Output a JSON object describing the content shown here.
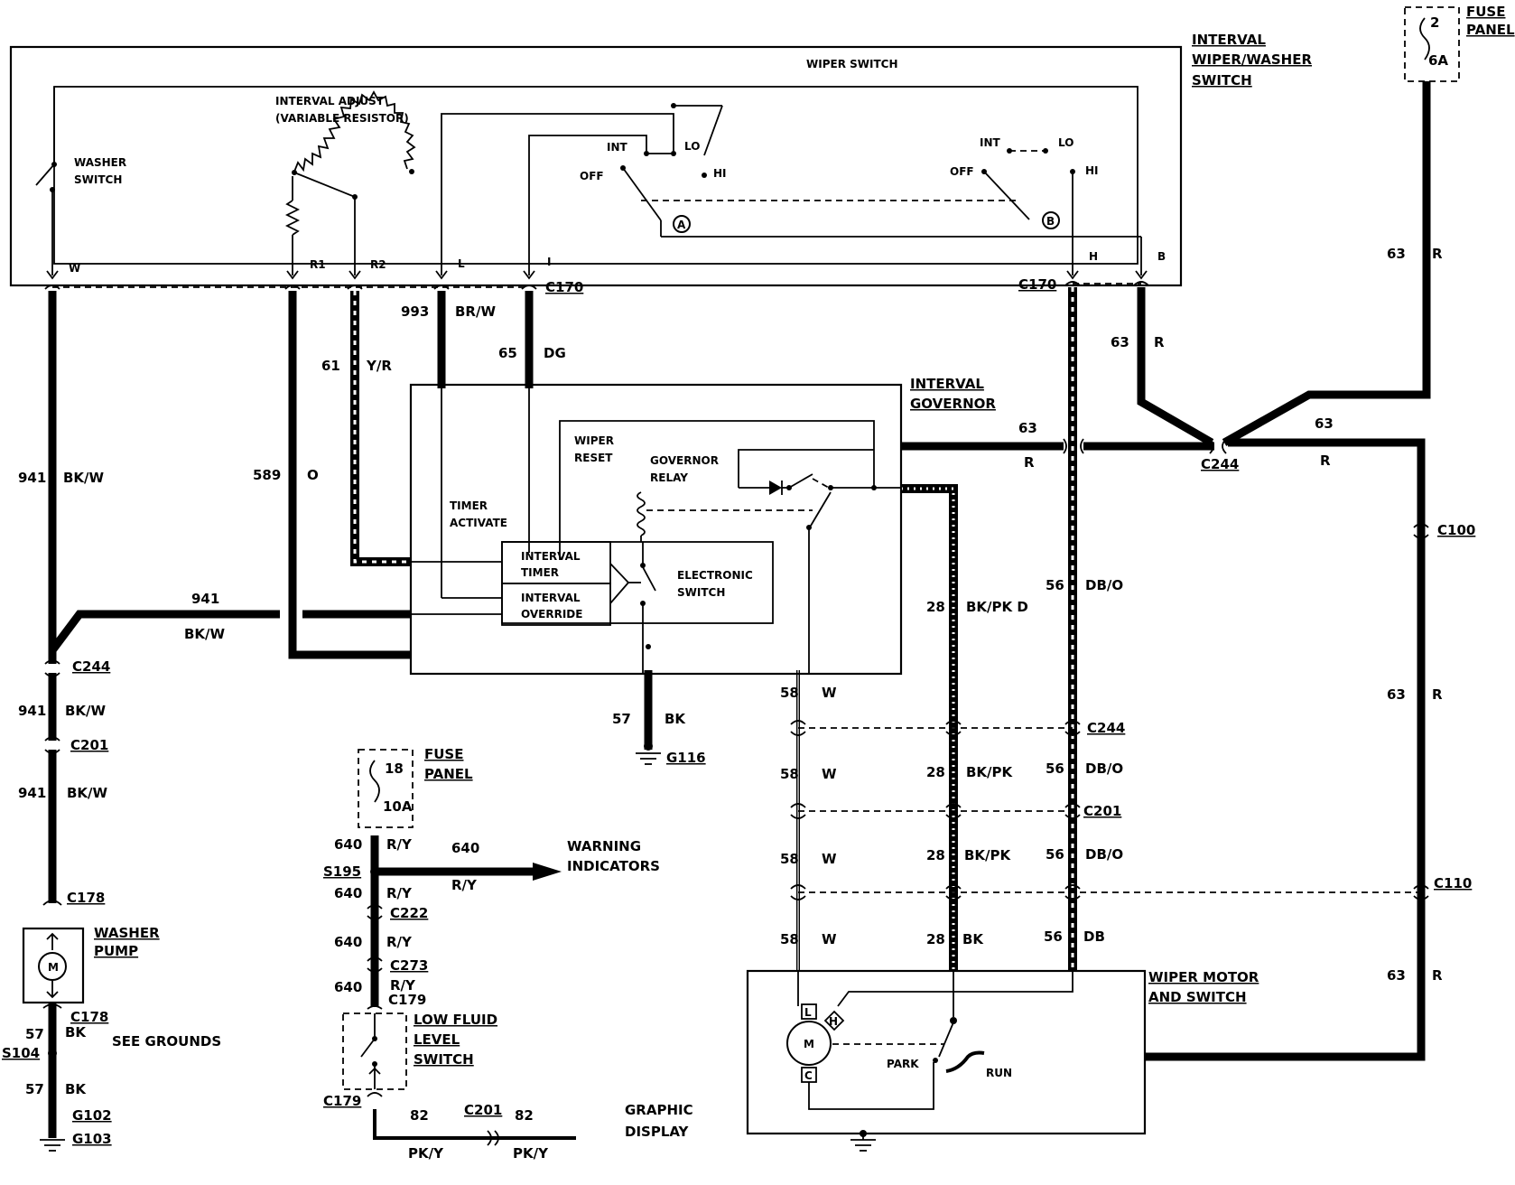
{
  "switch_assembly": {
    "title_line1": "INTERVAL",
    "title_line2": "WIPER/WASHER",
    "title_line3": "SWITCH",
    "wiper_switch": "WIPER SWITCH",
    "interval_adjust_line1": "INTERVAL ADJUST",
    "interval_adjust_line2": "(VARIABLE RESISTOR)",
    "washer_switch_line1": "WASHER",
    "washer_switch_line2": "SWITCH",
    "pos_int": "INT",
    "pos_lo": "LO",
    "pos_off": "OFF",
    "pos_hi": "HI",
    "contact_a": "A",
    "contact_b": "B",
    "pins": [
      "W",
      "R1",
      "R2",
      "L",
      "I",
      "H",
      "B"
    ]
  },
  "fuse_top": {
    "label_line1": "FUSE",
    "label_line2": "PANEL",
    "fuse_number": "2",
    "fuse_rating": "6A"
  },
  "fuse_mid": {
    "label_line1": "FUSE",
    "label_line2": "PANEL",
    "fuse_number": "18",
    "fuse_rating": "10A"
  },
  "governor": {
    "title_line1": "INTERVAL",
    "title_line2": "GOVERNOR",
    "wiper_reset_line1": "WIPER",
    "wiper_reset_line2": "RESET",
    "governor_relay_line1": "GOVERNOR",
    "governor_relay_line2": "RELAY",
    "timer_activate_line1": "TIMER",
    "timer_activate_line2": "ACTIVATE",
    "interval_timer_line1": "INTERVAL",
    "interval_timer_line2": "TIMER",
    "interval_override_line1": "INTERVAL",
    "interval_override_line2": "OVERRIDE",
    "electronic_switch_line1": "ELECTRONIC",
    "electronic_switch_line2": "SWITCH"
  },
  "connectors": {
    "c170_left": "C170",
    "c170_right": "C170",
    "c244_left": "C244",
    "c244_mid": "C244",
    "c244_top": "C244",
    "c201_left": "C201",
    "c201_mid": "C201",
    "c201_bottom": "C201",
    "c178_top": "C178",
    "c178_bottom": "C178",
    "c100": "C100",
    "c110": "C110",
    "c222": "C222",
    "c273": "C273",
    "c179_top": "C179",
    "c179_bottom": "C179",
    "s195": "S195",
    "s104": "S104",
    "g116": "G116",
    "g102": "G102",
    "g103": "G103"
  },
  "wires": {
    "w941_a_num": "941",
    "w941_a_color": "BK/W",
    "w941_b_num": "941",
    "w941_b_color": "BK/W",
    "w941_c_num": "941",
    "w941_c_color": "BK/W",
    "w941_d_num": "941",
    "w941_d_color": "BK/W",
    "w589_num": "589",
    "w589_color": "O",
    "w61_num": "61",
    "w61_color": "Y/R",
    "w993_num": "993",
    "w993_color": "BR/W",
    "w65_num": "65",
    "w65_color": "DG",
    "w63_a_num": "63",
    "w63_a_color": "R",
    "w63_b_num": "63",
    "w63_b_color": "R",
    "w63_c_num": "63",
    "w63_c_color": "R",
    "w63_d_num": "63",
    "w63_d_color": "R",
    "w63_e_num": "63",
    "w63_e_color": "R",
    "w63_f_num": "63",
    "w63_f_color": "R",
    "w56_a_num": "56",
    "w56_a_color": "DB/O",
    "w56_b_num": "56",
    "w56_b_color": "DB/O",
    "w56_c_num": "56",
    "w56_c_color": "DB/O",
    "w56_d_num": "56",
    "w56_d_color": "DB",
    "w28_a_num": "28",
    "w28_a_color": "BK/PK D",
    "w28_b_num": "28",
    "w28_b_color": "BK/PK",
    "w28_c_num": "28",
    "w28_c_color": "BK/PK",
    "w28_d_num": "28",
    "w28_d_color": "BK",
    "w58_a_num": "58",
    "w58_a_color": "W",
    "w58_b_num": "58",
    "w58_b_color": "W",
    "w58_c_num": "58",
    "w58_c_color": "W",
    "w58_d_num": "58",
    "w58_d_color": "W",
    "w57_a_num": "57",
    "w57_a_color": "BK",
    "w57_b_num": "57",
    "w57_b_color": "BK",
    "w57_c_num": "57",
    "w57_c_color": "BK",
    "w640_a_num": "640",
    "w640_a_color": "R/Y",
    "w640_b_num": "640",
    "w640_b_color": "R/Y",
    "w640_c_num": "640",
    "w640_c_color": "R/Y",
    "w640_d_num": "640",
    "w640_d_color": "R/Y",
    "w640_e_num": "640",
    "w640_e_color": "R/Y",
    "w82_a_num": "82",
    "w82_a_color": "PK/Y",
    "w82_b_num": "82",
    "w82_b_color": "PK/Y"
  },
  "components": {
    "washer_pump_line1": "WASHER",
    "washer_pump_line2": "PUMP",
    "motor_symbol": "M",
    "see_grounds": "SEE GROUNDS",
    "warning_indicators_line1": "WARNING",
    "warning_indicators_line2": "INDICATORS",
    "low_fluid_line1": "LOW FLUID",
    "low_fluid_line2": "LEVEL",
    "low_fluid_line3": "SWITCH",
    "graphic_display_line1": "GRAPHIC",
    "graphic_display_line2": "DISPLAY",
    "wiper_motor_line1": "WIPER MOTOR",
    "wiper_motor_line2": "AND SWITCH",
    "motor_l": "L",
    "motor_h": "H",
    "motor_c": "C",
    "park": "PARK",
    "run": "RUN"
  }
}
